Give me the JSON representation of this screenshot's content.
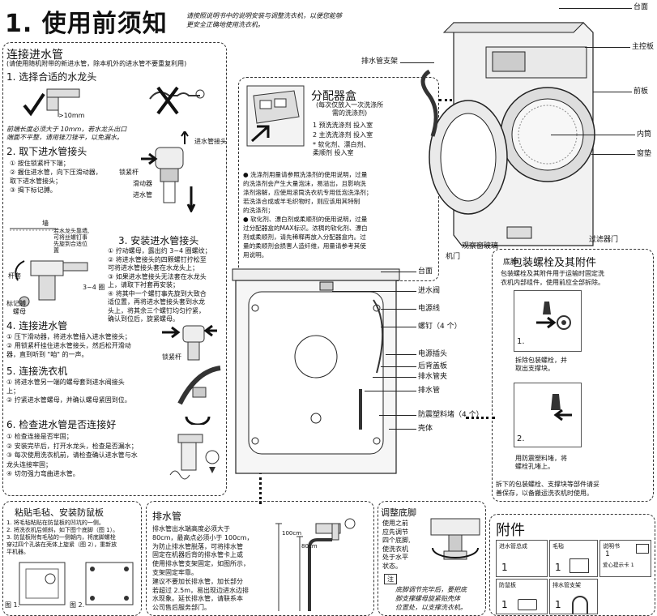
{
  "header": {
    "title": "1. 使用前须知",
    "note": "请按照说明书中的说明安装与调整洗衣机，以便您能够\n更安全正确地使用洗衣机。"
  },
  "connect": {
    "title": "连接进水管",
    "subtitle": "(请使用随机附带的新进水管，除本机外的进水管不要重复利用)",
    "s1_title": "1. 选择合适的水龙头",
    "s1_measure": ">10mm",
    "s1_note": "前端长度必须大于 10mm，若水龙头出口\n端面不平整，请用锉刀锉平，以免漏水。",
    "s2_title": "2. 取下进水管接头",
    "s2_text": "① 按住锁紧杆下端；\n② 握住进水管，向下压滑动器，\n取下进水管接头；\n③ 揭下标记膊。",
    "s2_labels": [
      "进水管接头",
      "锁紧杆",
      "滑动器",
      "进水管"
    ],
    "s2_note": "若水龙头靠墙,\n可将丝螺钉事\n先旋到合适位\n置",
    "s2_labels2": [
      "墙",
      "杆套",
      "3~4 圈",
      "标记膊",
      "螺母"
    ],
    "s3_title": "3. 安装进水管接头",
    "s3_text": "① 拧动螺母，露出约 3~4 圈螺纹；\n② 将进水管接头的四颗螺钉拧松至\n可将进水管接头套在水龙头上；\n③ 如果进水管接头无法套在水龙头\n上，请取下衬套再安装；\n④ 将其中一个螺钉事先旋到大致合\n适位置，再将进水管接头套到水龙\n头上，将其余三个螺钉均匀拧紧，\n确认到位后，旋紧螺母。",
    "s4_title": "4. 连接进水管",
    "s4_text": "① 压下滑动器，将进水管插入进水管接头；\n② 用锁紧杆挂住进水管接头，然后松开滑动\n器，直到听到 \"咱\" 的一声。",
    "s4_label": "锁紧杆",
    "s5_title": "5. 连接洗衣机",
    "s5_text": "① 将进水管另一端的螺母套到进水阀接头\n上；\n② 拧紧进水管螺母，并确认螺母紧固到位。",
    "s6_title": "6. 检查进水管是否连接好",
    "s6_text": "① 检查连接是否牢固；\n② 安装完毕后，打开水龙头，检查是否漏水；\n③ 每次使用洗衣机前，请检查确认进水管与水\n龙头连接牢固；\n④ 切勿强力弯曲进水管。"
  },
  "dispenser": {
    "title": "分配器盒",
    "sub": "(每次仅放入一次洗涤所\n需的洗涤剂)",
    "items": [
      "1   预洗洗涤剂   投入室",
      "2   主洗洗涤剂   投入室",
      "*   软化剂、漂白剂、\n     柔顺剂   投入室"
    ],
    "bullets": "● 洗涤剂用量请参照洗涤剂的使用说明，过量\n的洗涤剂会产生大量泡沫，易溢出，且影响洗\n涤剂溶解，应使用滚筒洗衣机专用低泡洗涤剂；\n若洗涤合成或羊毛织物时，则应该用其特制\n的洗涤剂；\n● 软化剂、漂白剂或柔顺剂的使用说明，过量\n过分配器盒的MAX标识。浓稠的软化剂、漂白\n剂或柔顺剂，请先稀释再放入分配器盒内。过\n量的柔顺剂会损害人造纤维，用量请参考其使\n用说明。"
  },
  "front_labels": {
    "drain_hanger": "排水管支架",
    "top": "台面",
    "control": "主控板",
    "front": "前板",
    "drum": "内筒",
    "gasket": "窗垫",
    "glass": "观察窗玻璃",
    "door": "机门",
    "base": "底脚",
    "filter": "过滤器门"
  },
  "rear_labels": {
    "top": "台面",
    "valve": "进水阀",
    "cord": "电源线",
    "screws": "螺钉（4 个）",
    "plug": "电源插头",
    "cover": "后背盖板",
    "hanger": "排水管夹",
    "drain": "排水管",
    "plugs": "防震塑料堵（4 个）",
    "shell": "壳体"
  },
  "bolts": {
    "title": "包装螺栓及其附件",
    "text": "包装螺栓及其附件用于运输时固定洗\n衣机内部组件，使用前应全部拆除。",
    "step1": "1.",
    "cap1": "拆除包装螺栓，并\n取出支撑块。",
    "step2": "2.",
    "cap2": "用防震塑料堵，将\n螺栓孔堵上。",
    "footer": "拆下的包装螺栓、支撑块等部件请妥\n善保存，以备搬运洗衣机时使用。"
  },
  "felt": {
    "title": "粘贴毛毡、安装防鼠板",
    "text": "1. 将毛毡粘贴在防鼠板的凹坑的一侧。\n2. 将洗衣机后倾斜，如下图个底脚（图 1）。\n3. 防鼠板附有毛毡的一侧朝内，将底脚螺栓\n穿过四个孔装在壳体上旋紧（图 2），重新放\n平机器。",
    "fig1": "图 1.",
    "fig2": "图 2."
  },
  "drain": {
    "title": "排水管",
    "text": "排水管出水端高度必须大于\n80cm，最高点必须小于 100cm，\n为防止排水管脱落，可将排水管\n固定在机器后背的排水管卡上或\n使用排水管支架固定，如图所示，\n支架固定牢靠。\n建议不要加长排水管，加长部分\n若超过 2.5m，易出现边进水边排\n水现象。延长排水管，请联系本\n公司售后服务部门。",
    "dim1": "100cm",
    "dim2": "80cm"
  },
  "feet": {
    "title": "调整底脚",
    "text": "使用之前\n应先调节\n四个底脚,\n使洗衣机\n处于水平\n状态。",
    "note_label": "注",
    "note": "底脚调节完毕后，要把底\n脚支撑螺母旋紧贴壳体\n位置处，以支撑洗衣机。"
  },
  "accessories": {
    "title": "附件",
    "items": [
      {
        "name": "进水管总成",
        "qty": "1"
      },
      {
        "name": "毛毡",
        "qty": "1"
      },
      {
        "name": "说明书",
        "qty": "1",
        "extra": "爱心提示卡  1"
      },
      {
        "name": "防鼠板",
        "qty": "1"
      },
      {
        "name": "排水管支架",
        "qty": "1"
      }
    ]
  }
}
